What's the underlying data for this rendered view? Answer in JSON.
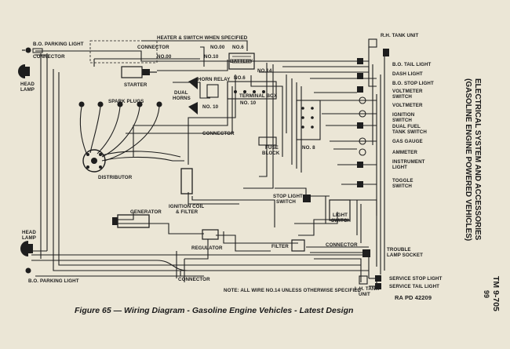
{
  "caption": "Figure 65 — Wiring Diagram - Gasoline Engine Vehicles - Latest Design",
  "side_title_line1": "ELECTRICAL SYSTEM AND ACCESSORIES",
  "side_title_line2": "(GASOLINE ENGINE POWERED VEHICLES)",
  "side_tm": "TM 9-705",
  "side_page": "99",
  "ra_code": "RA PD 42209",
  "note": "NOTE: ALL WIRE NO.14 UNLESS OTHERWISE SPECIFIED",
  "labels": {
    "heater_switch": "HEATER & SWITCH WHEN SPECIFIED",
    "rh_tank": "R.H. TANK UNIT",
    "bo_parking_top": "B.O. PARKING LIGHT",
    "connector_tl": "CONNECTOR",
    "head_lamp_top_a": "HEAD",
    "head_lamp_top_b": "LAMP",
    "connector_top": "CONNECTOR",
    "no00_a": "NO.00",
    "no00_b": "NO.00",
    "no6_top": "NO.6",
    "battery": "BATTERY",
    "no10_top": "NO.10",
    "no14": "NO.14",
    "horn_relay": "HORN RELAY",
    "no6_mid": "NO.6",
    "terminal_box": "TERMINAL BOX",
    "no10_mid": "NO. 10",
    "no10_low": "NO. 10",
    "dual_a": "DUAL",
    "dual_b": "HORNS",
    "starter": "STARTER",
    "spark_plugs": "SPARK PLUGS",
    "connector_mid": "CONNECTOR",
    "distributor": "DISTRIBUTOR",
    "fuse_a": "FUSE",
    "fuse_b": "BLOCK",
    "no8": "NO. 8",
    "ignition_coil_a": "IGNITION COIL",
    "ignition_coil_b": "& FILTER",
    "stop_light_a": "STOP LIGHT",
    "stop_light_b": "SWITCH",
    "light_a": "LIGHT",
    "light_b": "SWITCH",
    "generator": "GENERATOR",
    "regulator": "REGULATOR",
    "filter": "FILTER",
    "connector_right": "CONNECTOR",
    "connector_bottom": "CONNECTOR",
    "head_lamp_bot_a": "HEAD",
    "head_lamp_bot_b": "LAMP",
    "bo_parking_bot": "B.O. PARKING LIGHT",
    "lh_tank_a": "L.H. TANK",
    "lh_tank_b": "UNIT",
    "bo_tail": "B.O. TAIL LIGHT",
    "dash": "DASH LIGHT",
    "bo_stop": "B.O. STOP LIGHT",
    "voltmeter_sw_a": "VOLTMETER",
    "voltmeter_sw_b": "SWITCH",
    "voltmeter": "VOLTMETER",
    "ignition_sw_a": "IGNITION",
    "ignition_sw_b": "SWITCH",
    "dual_fuel_a": "DUAL FUEL",
    "dual_fuel_b": "TANK SWITCH",
    "gas_gauge": "GAS GAUGE",
    "ammeter": "AMMETER",
    "instrument_a": "INSTRUMENT",
    "instrument_b": "LIGHT",
    "toggle_a": "TOGGLE",
    "toggle_b": "SWITCH",
    "trouble_a": "TROUBLE",
    "trouble_b": "LAMP SOCKET",
    "service_stop": "SERVICE STOP LIGHT",
    "service_tail": "SERVICE TAIL LIGHT"
  }
}
